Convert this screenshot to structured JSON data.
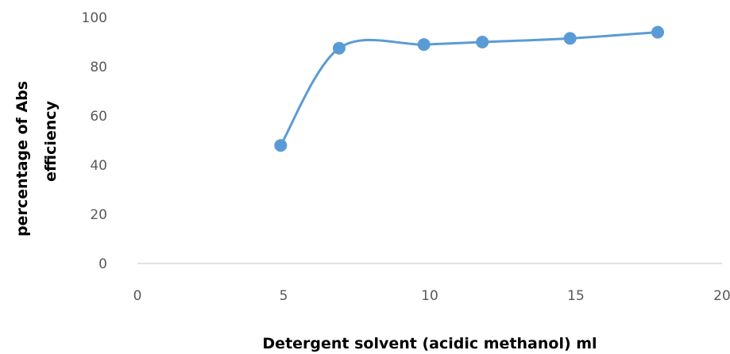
{
  "chart_data": {
    "type": "scatter",
    "title": "",
    "xlabel": "Detergent solvent (acidic methanol) ml",
    "ylabel_lines": [
      "percentage of Abs",
      "efficiency"
    ],
    "xlim": [
      0,
      20
    ],
    "ylim": [
      0,
      100
    ],
    "x_ticks": [
      "0",
      "5",
      "10",
      "15",
      "20"
    ],
    "y_ticks": [
      "0",
      "20",
      "40",
      "60",
      "80",
      "100"
    ],
    "grid": false,
    "legend": "none",
    "series": [
      {
        "smooth_line": true,
        "x": [
          4.9,
          6.9,
          9.8,
          11.8,
          14.8,
          17.8
        ],
        "y": [
          48,
          87.5,
          89,
          90,
          91.5,
          94
        ]
      }
    ],
    "colors": {
      "series": "#5b9bd5",
      "axis": "#d9d9d9"
    }
  }
}
